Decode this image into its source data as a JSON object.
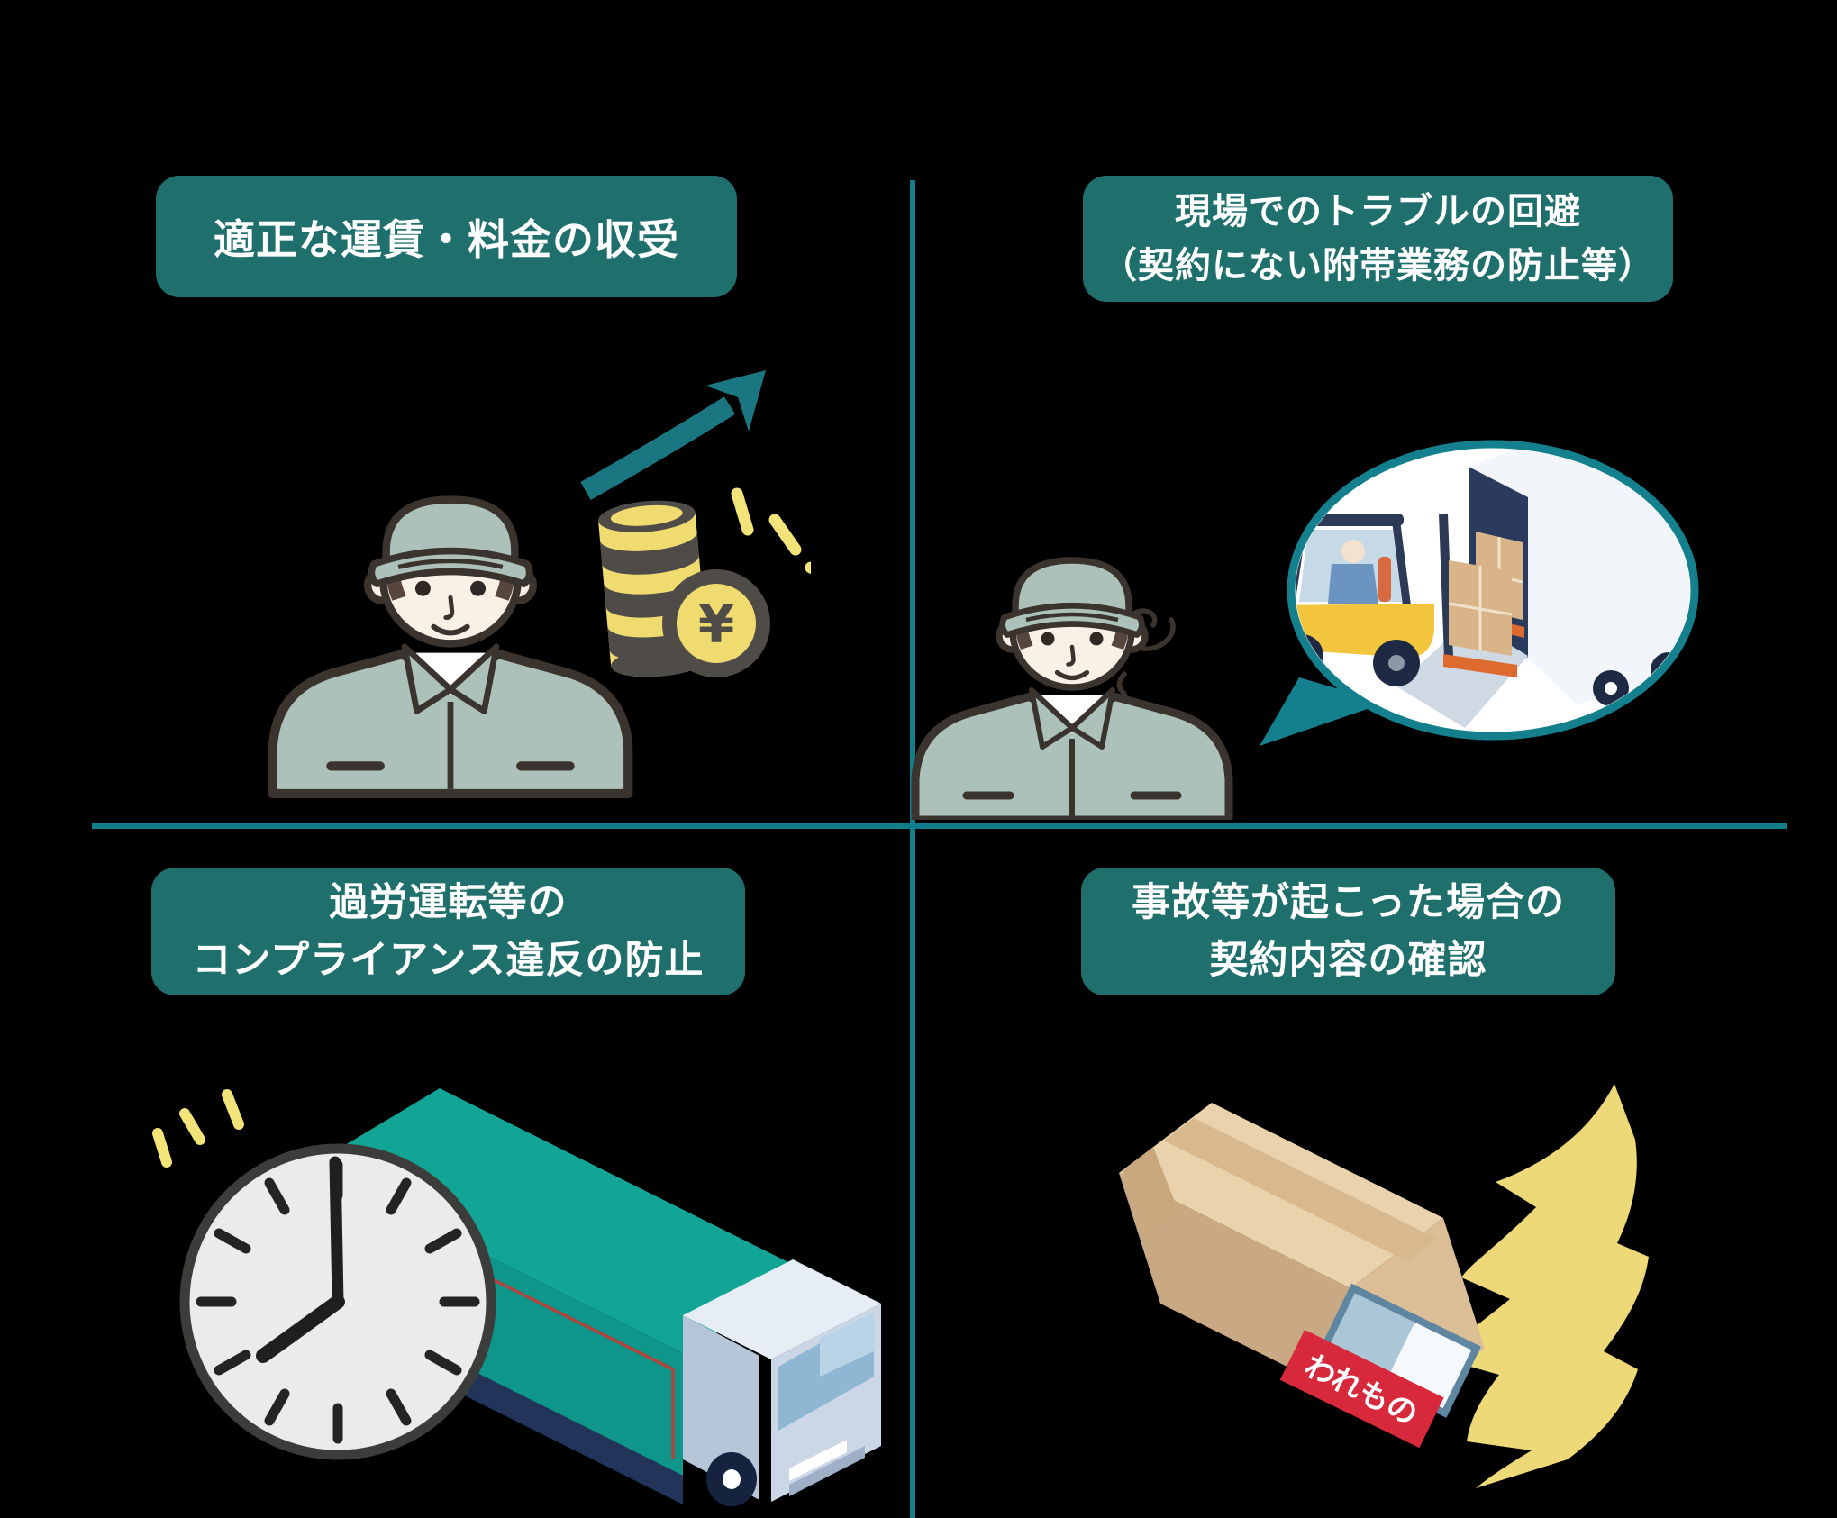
{
  "page": {
    "background": "#000000",
    "layout": "four-quadrant infographic separated by teal cross dividers"
  },
  "dividers": {
    "color": "#0f7f8c"
  },
  "headers": {
    "box_color": "#1f6f6d",
    "text_color": "#ffffff",
    "q1": {
      "lines": [
        "適正な運賃・料金の収受"
      ]
    },
    "q2": {
      "lines": [
        "現場でのトラブルの回避",
        "（契約にない附帯業務の防止等）"
      ]
    },
    "q3": {
      "lines": [
        "過労運転等の",
        "コンプライアンス違反の防止"
      ]
    },
    "q4": {
      "lines": [
        "事故等が起こった場合の",
        "契約内容の確認"
      ]
    }
  },
  "illustrations": {
    "q1": {
      "name": "delivery-worker-with-rising-coins",
      "elements": [
        "delivery-worker",
        "growth-arrow",
        "coin-stack",
        "yen-coin",
        "sparkles"
      ],
      "yen_symbol": "¥"
    },
    "q2": {
      "name": "worried-worker-imagining-forklift-loading-truck",
      "elements": [
        "delivery-worker",
        "confusion-scribble",
        "speech-bubble",
        "forklift",
        "forklift-driver",
        "cardboard-box-stacks",
        "pallets",
        "cargo-truck",
        "loading-ramp"
      ]
    },
    "q3": {
      "name": "clock-and-delivery-truck",
      "elements": [
        "clock",
        "delivery-truck",
        "sparkles"
      ],
      "clock_time": "about 7:00"
    },
    "q4": {
      "name": "damaged-fragile-package-with-impact-flash",
      "elements": [
        "cardboard-box",
        "packing-tape",
        "shipping-label-window",
        "fragile-label",
        "impact-flash"
      ],
      "fragile_label": "われもの"
    }
  },
  "colors": {
    "header_teal": "#1f6f6d",
    "divider_teal": "#0f7f8c",
    "arrow_teal": "#1a7680",
    "truck_teal_top": "#12a596",
    "truck_teal_side": "#0f968a",
    "navy": "#223459",
    "worker_uniform": "#adc1bb",
    "worker_face": "#f9f1e6",
    "outline_dark": "#3b332d",
    "coin_yellow": "#efdb70",
    "coin_dark": "#4f4b47",
    "sparkle_yellow": "#f2e478",
    "clock_face": "#ebebeb",
    "forklift_yellow": "#f2c53d",
    "carton_tan": "#d8b488",
    "pallet_orange": "#dd6a2f",
    "box_top": "#ead2ac",
    "box_right": "#dcbe96",
    "box_left": "#c9a983",
    "label_red": "#d7293b",
    "flash_yellow": "#edd977",
    "bubble_border": "#15808d"
  }
}
